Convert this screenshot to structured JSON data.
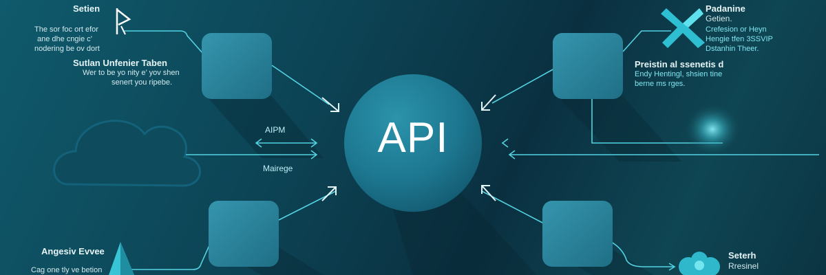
{
  "hub": {
    "label": "API"
  },
  "connectors": {
    "top": "AIPM",
    "bottom": "Mairege"
  },
  "panels": {
    "top_left": {
      "title": "Setien",
      "lines": [
        "The sor foc ort efor",
        "ane dhe cngie c’",
        "nodering be ov dort"
      ]
    },
    "mid_left": {
      "title": "Sutlan Unfenier Taben",
      "lines": [
        "Wer to be yo nity e’ yov shen",
        "senert you ripebe."
      ]
    },
    "bottom_left": {
      "title": "Angesiv Evvee",
      "lines": [
        "Cag one tly ve betion"
      ]
    },
    "top_right": {
      "title": "Padanine",
      "lines": [
        "Getien.",
        "Crefesion or Heyn",
        "Hengie tfen 3SSVIP",
        "Dstanhin Theer."
      ]
    },
    "mid_right": {
      "title": "Preistin al ssenetis d",
      "lines": [
        "Endy Hentingl, shsien tine",
        "berne ms rges."
      ]
    },
    "bottom_right": {
      "title": "Seterh",
      "lines": [
        "Rresinel"
      ]
    }
  },
  "colors": {
    "accent": "#53d3e2",
    "hub": "#1f7e96",
    "node": "#277f96"
  }
}
